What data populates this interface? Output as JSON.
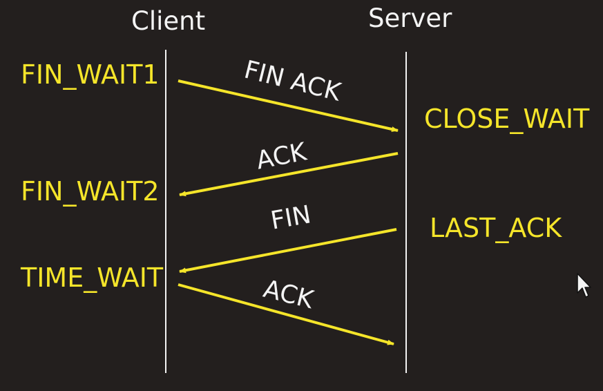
{
  "headers": {
    "client": "Client",
    "server": "Server"
  },
  "client_states": [
    "FIN_WAIT1",
    "FIN_WAIT2",
    "TIME_WAIT"
  ],
  "server_states": [
    "CLOSE_WAIT",
    "LAST_ACK"
  ],
  "messages": [
    {
      "label": "FIN ACK",
      "direction": "client-to-server"
    },
    {
      "label": "ACK",
      "direction": "server-to-client"
    },
    {
      "label": "FIN",
      "direction": "server-to-client"
    },
    {
      "label": "ACK",
      "direction": "client-to-server"
    }
  ],
  "colors": {
    "background": "#231f1e",
    "state_text": "#f5e52a",
    "arrow": "#f5e52a",
    "header_text": "#f4f4f4",
    "message_text": "#f4f4f4",
    "lifeline": "#f4f4f4"
  },
  "icons": {
    "cursor": "mouse-pointer-icon"
  }
}
